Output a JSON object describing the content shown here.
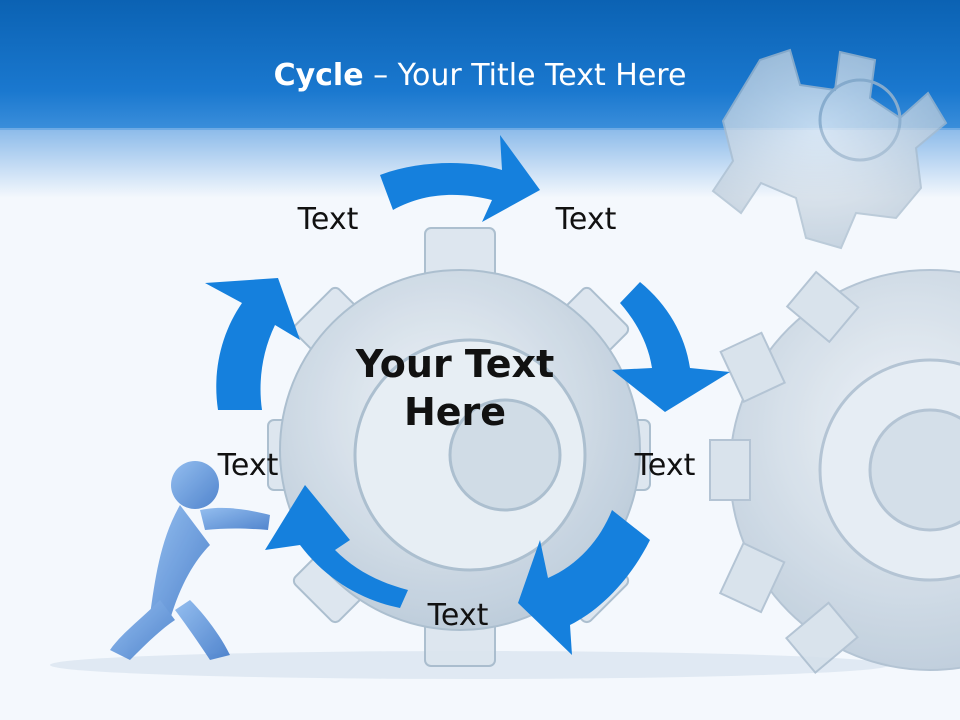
{
  "slide": {
    "title_bold": "Cycle",
    "title_rest": " – Your Title Text Here"
  },
  "center": {
    "line1": "Your Text",
    "line2": "Here"
  },
  "cycle_labels": [
    "Text",
    "Text",
    "Text",
    "Text",
    "Text"
  ],
  "colors": {
    "header": "#1a78cf",
    "arrow": "#1580dd",
    "gear": "#c9d6e2",
    "figure": "#4a86d4"
  },
  "icons": {
    "arrows": "curved-arrow-icon",
    "gears": "gear-icon",
    "figure": "person-pushing-icon"
  }
}
